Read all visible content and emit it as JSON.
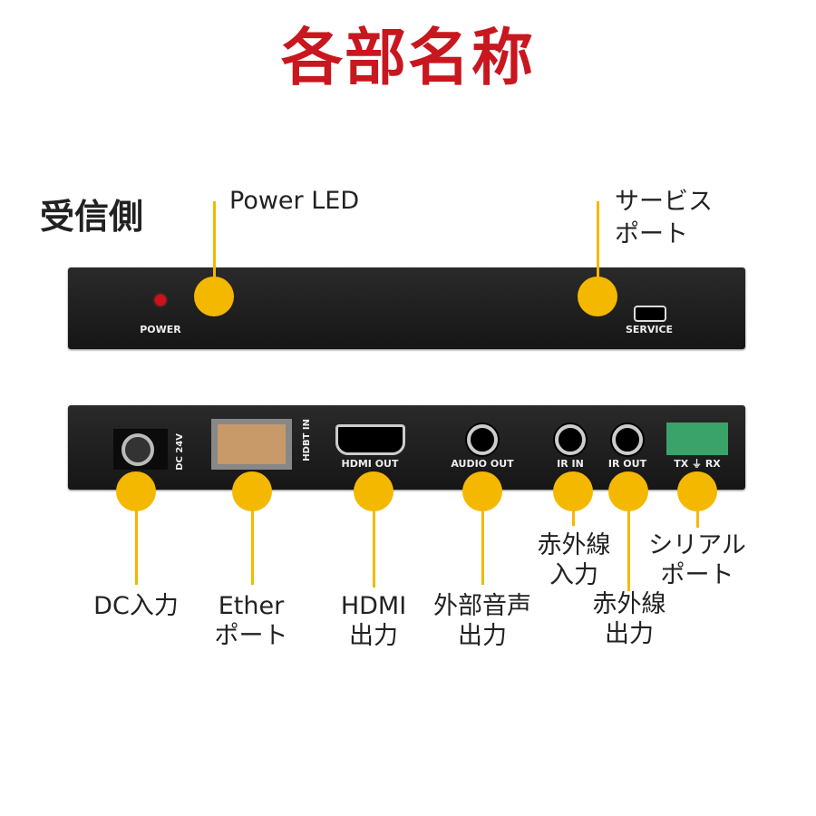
{
  "title": "各部名称",
  "side_label": "受信側",
  "colors": {
    "title": "#c8171e",
    "callout": "#f5b800",
    "panel": "#1e1e1e",
    "led": "#d0101a",
    "terminal": "#3aa36a"
  },
  "front_panel": {
    "power_text": "POWER",
    "service_text": "SERVICE",
    "callouts": [
      {
        "label_lines": [
          "Power LED"
        ]
      },
      {
        "label_lines": [
          "サービス",
          "ポート"
        ]
      }
    ]
  },
  "rear_panel": {
    "port_texts": {
      "dc": "DC 24V",
      "hdbt": "HDBT IN",
      "hdmi": "HDMI OUT",
      "audio": "AUDIO OUT",
      "ir_in": "IR IN",
      "ir_out": "IR OUT",
      "serial": "TX ⏚ RX"
    },
    "callouts": [
      {
        "label_lines": [
          "DC入力"
        ]
      },
      {
        "label_lines": [
          "Ether",
          "ポート"
        ]
      },
      {
        "label_lines": [
          "HDMI",
          "出力"
        ]
      },
      {
        "label_lines": [
          "外部音声",
          "出力"
        ]
      },
      {
        "label_lines": [
          "赤外線",
          "入力"
        ]
      },
      {
        "label_lines": [
          "赤外線",
          "出力"
        ]
      },
      {
        "label_lines": [
          "シリアル",
          "ポート"
        ]
      }
    ]
  }
}
